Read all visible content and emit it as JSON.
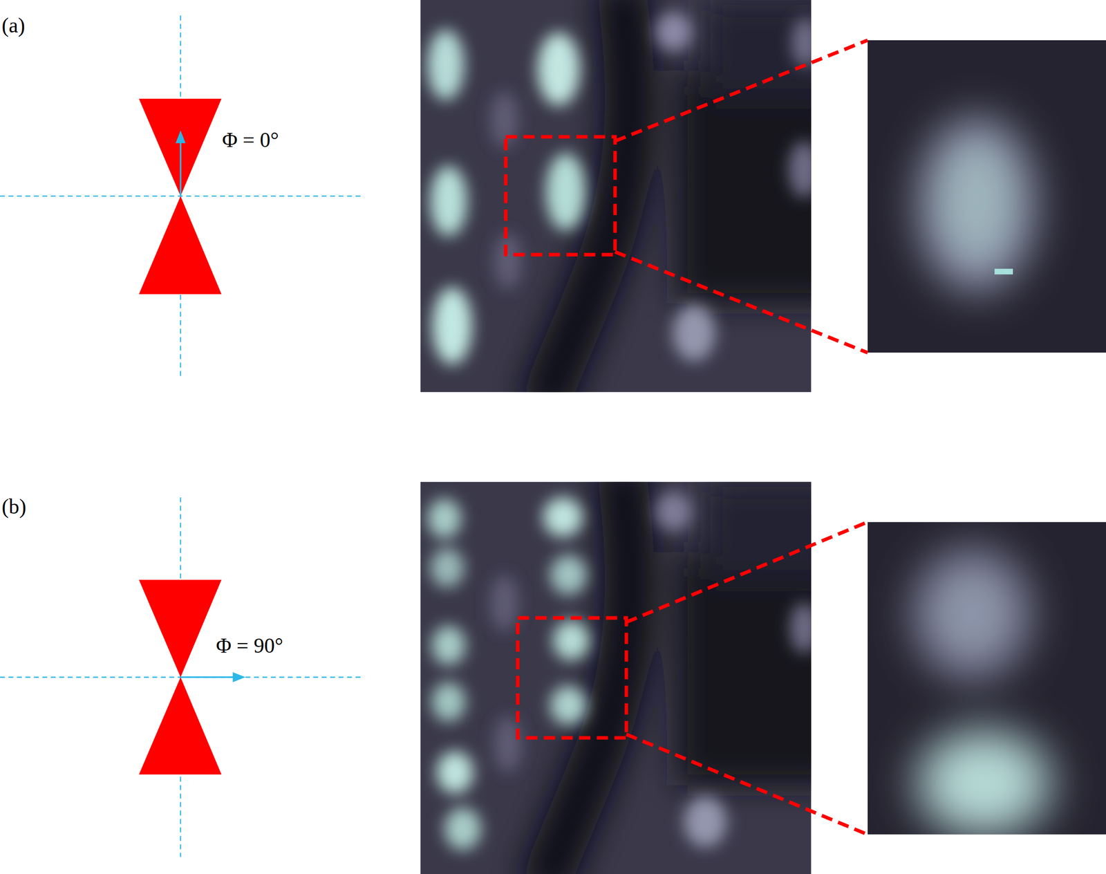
{
  "diagram": {
    "labels": [
      "(a)",
      "Φ = 0°",
      "(b)",
      "Φ = 90°"
    ]
  }
}
